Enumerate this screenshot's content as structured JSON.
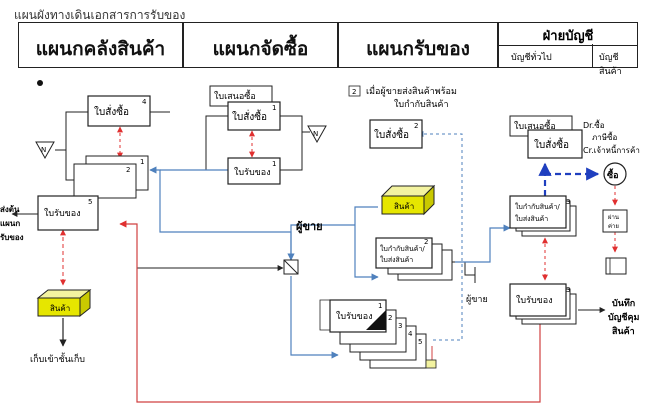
{
  "title": "แผนผังทางเดินเอกสารการรับของ",
  "header": {
    "warehouse": "แผนกคลังสินค้า",
    "purchasing": "แผนกจัดซื้อ",
    "receiving": "แผนกรับของ",
    "accounting": {
      "title": "ฝ่ายบัญชี",
      "general_ledger": "บัญชีทั่วไป",
      "inventory_ledger": "บัญชีสินค้า"
    }
  },
  "warehouse": {
    "purchase_order": "ใบสั่งซื้อ",
    "po_copy_no": "4",
    "n_file": "N",
    "receiving_report": "ใบรับของ",
    "rr_copy_no": "5",
    "rr_copy_2": "2",
    "rr_copy_1": "1",
    "to_left_label": "ส่งต้น แผนก รับของ",
    "goods_box": "สินค้า",
    "store_label": "เก็บเข้าชั้นเก็บ"
  },
  "purchasing": {
    "purchase_request": "ใบเสนอซื้อ",
    "purchase_order": "ใบสั่งซื้อ",
    "po_copy_no": "1",
    "receiving_report": "ใบรับของ",
    "rr_copy_no": "1",
    "n_file": "N"
  },
  "receiving": {
    "note": "เมื่อผู้ขายส่งสินค้าพร้อม ใบกำกับสินค้า",
    "note_icon": "2",
    "purchase_order": "ใบสั่งซื้อ",
    "po_copy_no": "2",
    "goods_box": "สินค้า",
    "vendor": "ผู้ขาย",
    "invoice_line1": "ใบกำกับสินค้า/",
    "invoice_line2": "ใบส่งสินค้า",
    "inv_copy_no": "2",
    "vendor_return": "ผู้ขาย",
    "receiving_report": "ใบรับของ",
    "rr_copy_no": "1",
    "rr_copy_a": "2",
    "rr_copy_b": "3",
    "rr_copy_c": "4",
    "rr_copy_d": "5"
  },
  "accounting": {
    "purchase_request": "ใบเสนอซื้อ",
    "purchase_order": "ใบสั่งซื้อ",
    "journal_dr": "Dr.ซื้อ",
    "journal_tax": "ภาษีซื้อ",
    "journal_cr": "Cr.เจ้าหนี้การค้า",
    "invoice_line1": "ใบกำกับสินค้า/",
    "invoice_line2": "ใบส่งสินค้า",
    "inv_copy_no": "3",
    "purchase_circle": "ซื้อ",
    "payable_line1": "ผ่าน",
    "payable_line2": "ค่าย",
    "receiving_report": "ใบรับของ",
    "rr_copy_no": "3",
    "record_label_1": "บันทึก",
    "record_label_2": "บัญชีคุม",
    "record_label_3": "สินค้า"
  },
  "colors": {
    "blue_line": "#4f81bd",
    "red_dash": "#e03030",
    "dark_blue_dash": "#1f3fbf",
    "goods_yellow": "#e6e600",
    "red_line": "#d04040"
  }
}
